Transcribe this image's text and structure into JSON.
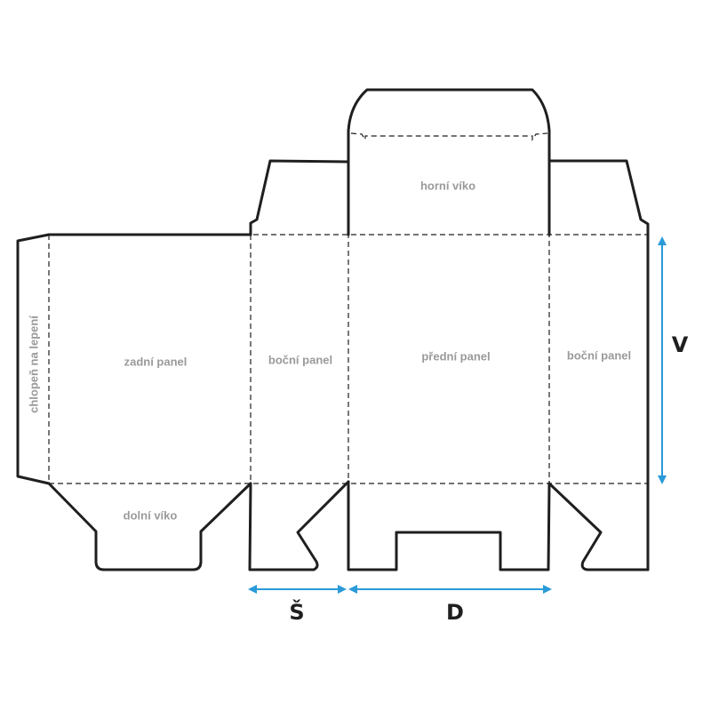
{
  "panels": {
    "glue_flap": "chlopeň na lepení",
    "back_panel": "zadní panel",
    "side_panel_left": "boční panel",
    "front_panel": "přední panel",
    "side_panel_right": "boční panel",
    "top_lid": "horní víko",
    "bottom_lid": "dolní víko"
  },
  "dimensions": {
    "width": "Š",
    "length": "D",
    "height": "V"
  },
  "colors": {
    "cut_line": "#1f1f1f",
    "fold_line": "#1f1f1f",
    "dimension": "#2a9ad8",
    "panel_text": "#9a9a9a"
  }
}
